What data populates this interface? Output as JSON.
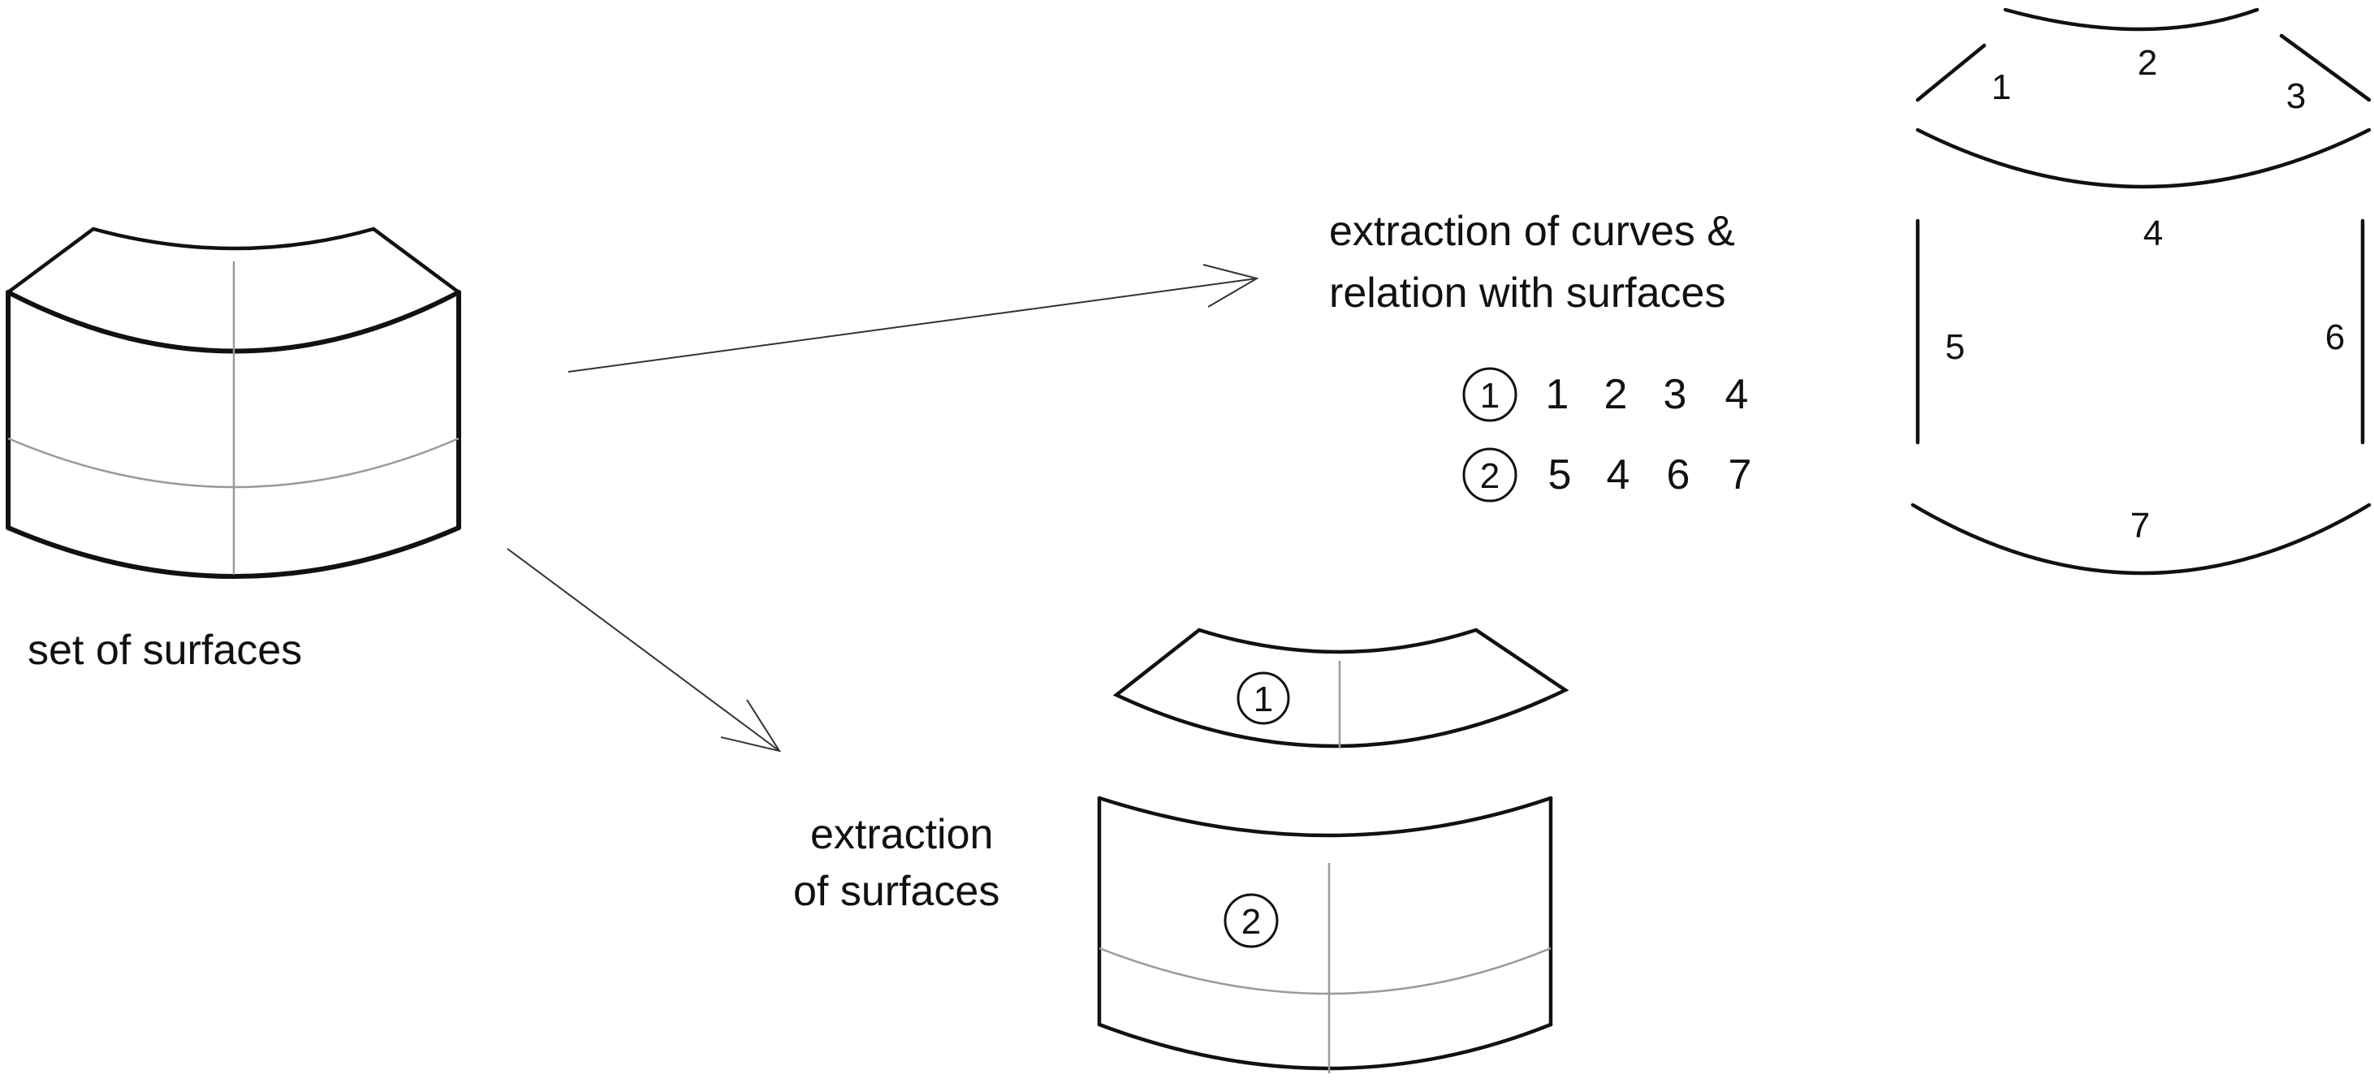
{
  "labels": {
    "set_of_surfaces": "set of surfaces",
    "extraction_curves_line1": "extraction of curves &",
    "extraction_curves_line2": "relation with surfaces",
    "extraction_surfaces_line1": "extraction",
    "extraction_surfaces_line2": "of surfaces"
  },
  "relations": [
    {
      "surface": "1",
      "curves": [
        "1",
        "2",
        "3",
        "4"
      ]
    },
    {
      "surface": "2",
      "curves": [
        "5",
        "4",
        "6",
        "7"
      ]
    }
  ],
  "surface_labels": [
    "1",
    "2"
  ],
  "curve_labels": [
    "1",
    "2",
    "3",
    "4",
    "5",
    "6",
    "7"
  ]
}
